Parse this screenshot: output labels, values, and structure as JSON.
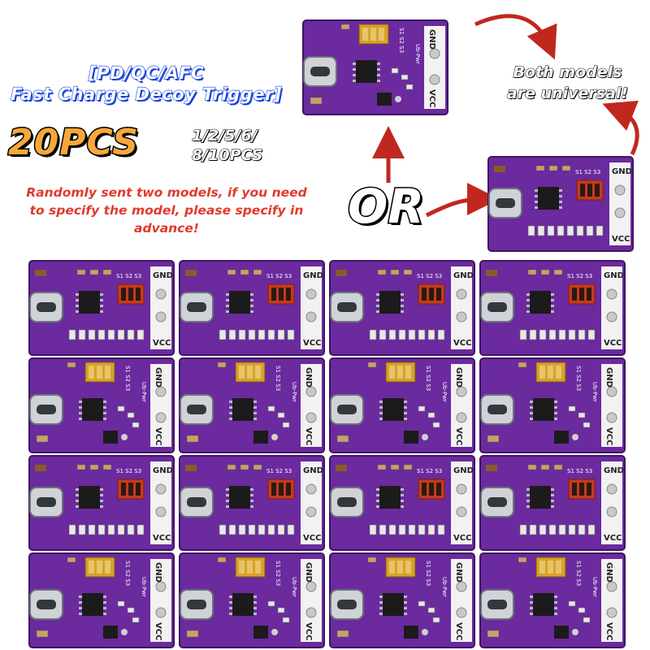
{
  "headline": {
    "line1": "[PD/QC/AFC",
    "line2": "Fast Charge Decoy Trigger]"
  },
  "quantity": {
    "main": "20PCS",
    "options_line1": "1/2/5/6/",
    "options_line2": "8/10PCS"
  },
  "notice": {
    "line1": "Randomly sent two models, if you need",
    "line2": "to specify the model, please specify in",
    "line3": "advance!"
  },
  "or_label": "OR",
  "universal": {
    "line1": "Both models",
    "line2": "are universal!"
  },
  "board_labels": {
    "gnd": "GND",
    "vcc": "VCC",
    "switches": "S1 S2 S3",
    "pwr": "Ub-Pwr"
  },
  "colors": {
    "pcb": "#6b2a9e",
    "pcb_dark": "#4d1d77",
    "arrow": "#c0281f",
    "headline_stroke": "#1a44d8",
    "pcs_fill": "#f7a73b",
    "notice": "#e03a2c"
  },
  "grid": {
    "columns": 4,
    "rows": [
      "A",
      "B",
      "A",
      "B"
    ]
  }
}
